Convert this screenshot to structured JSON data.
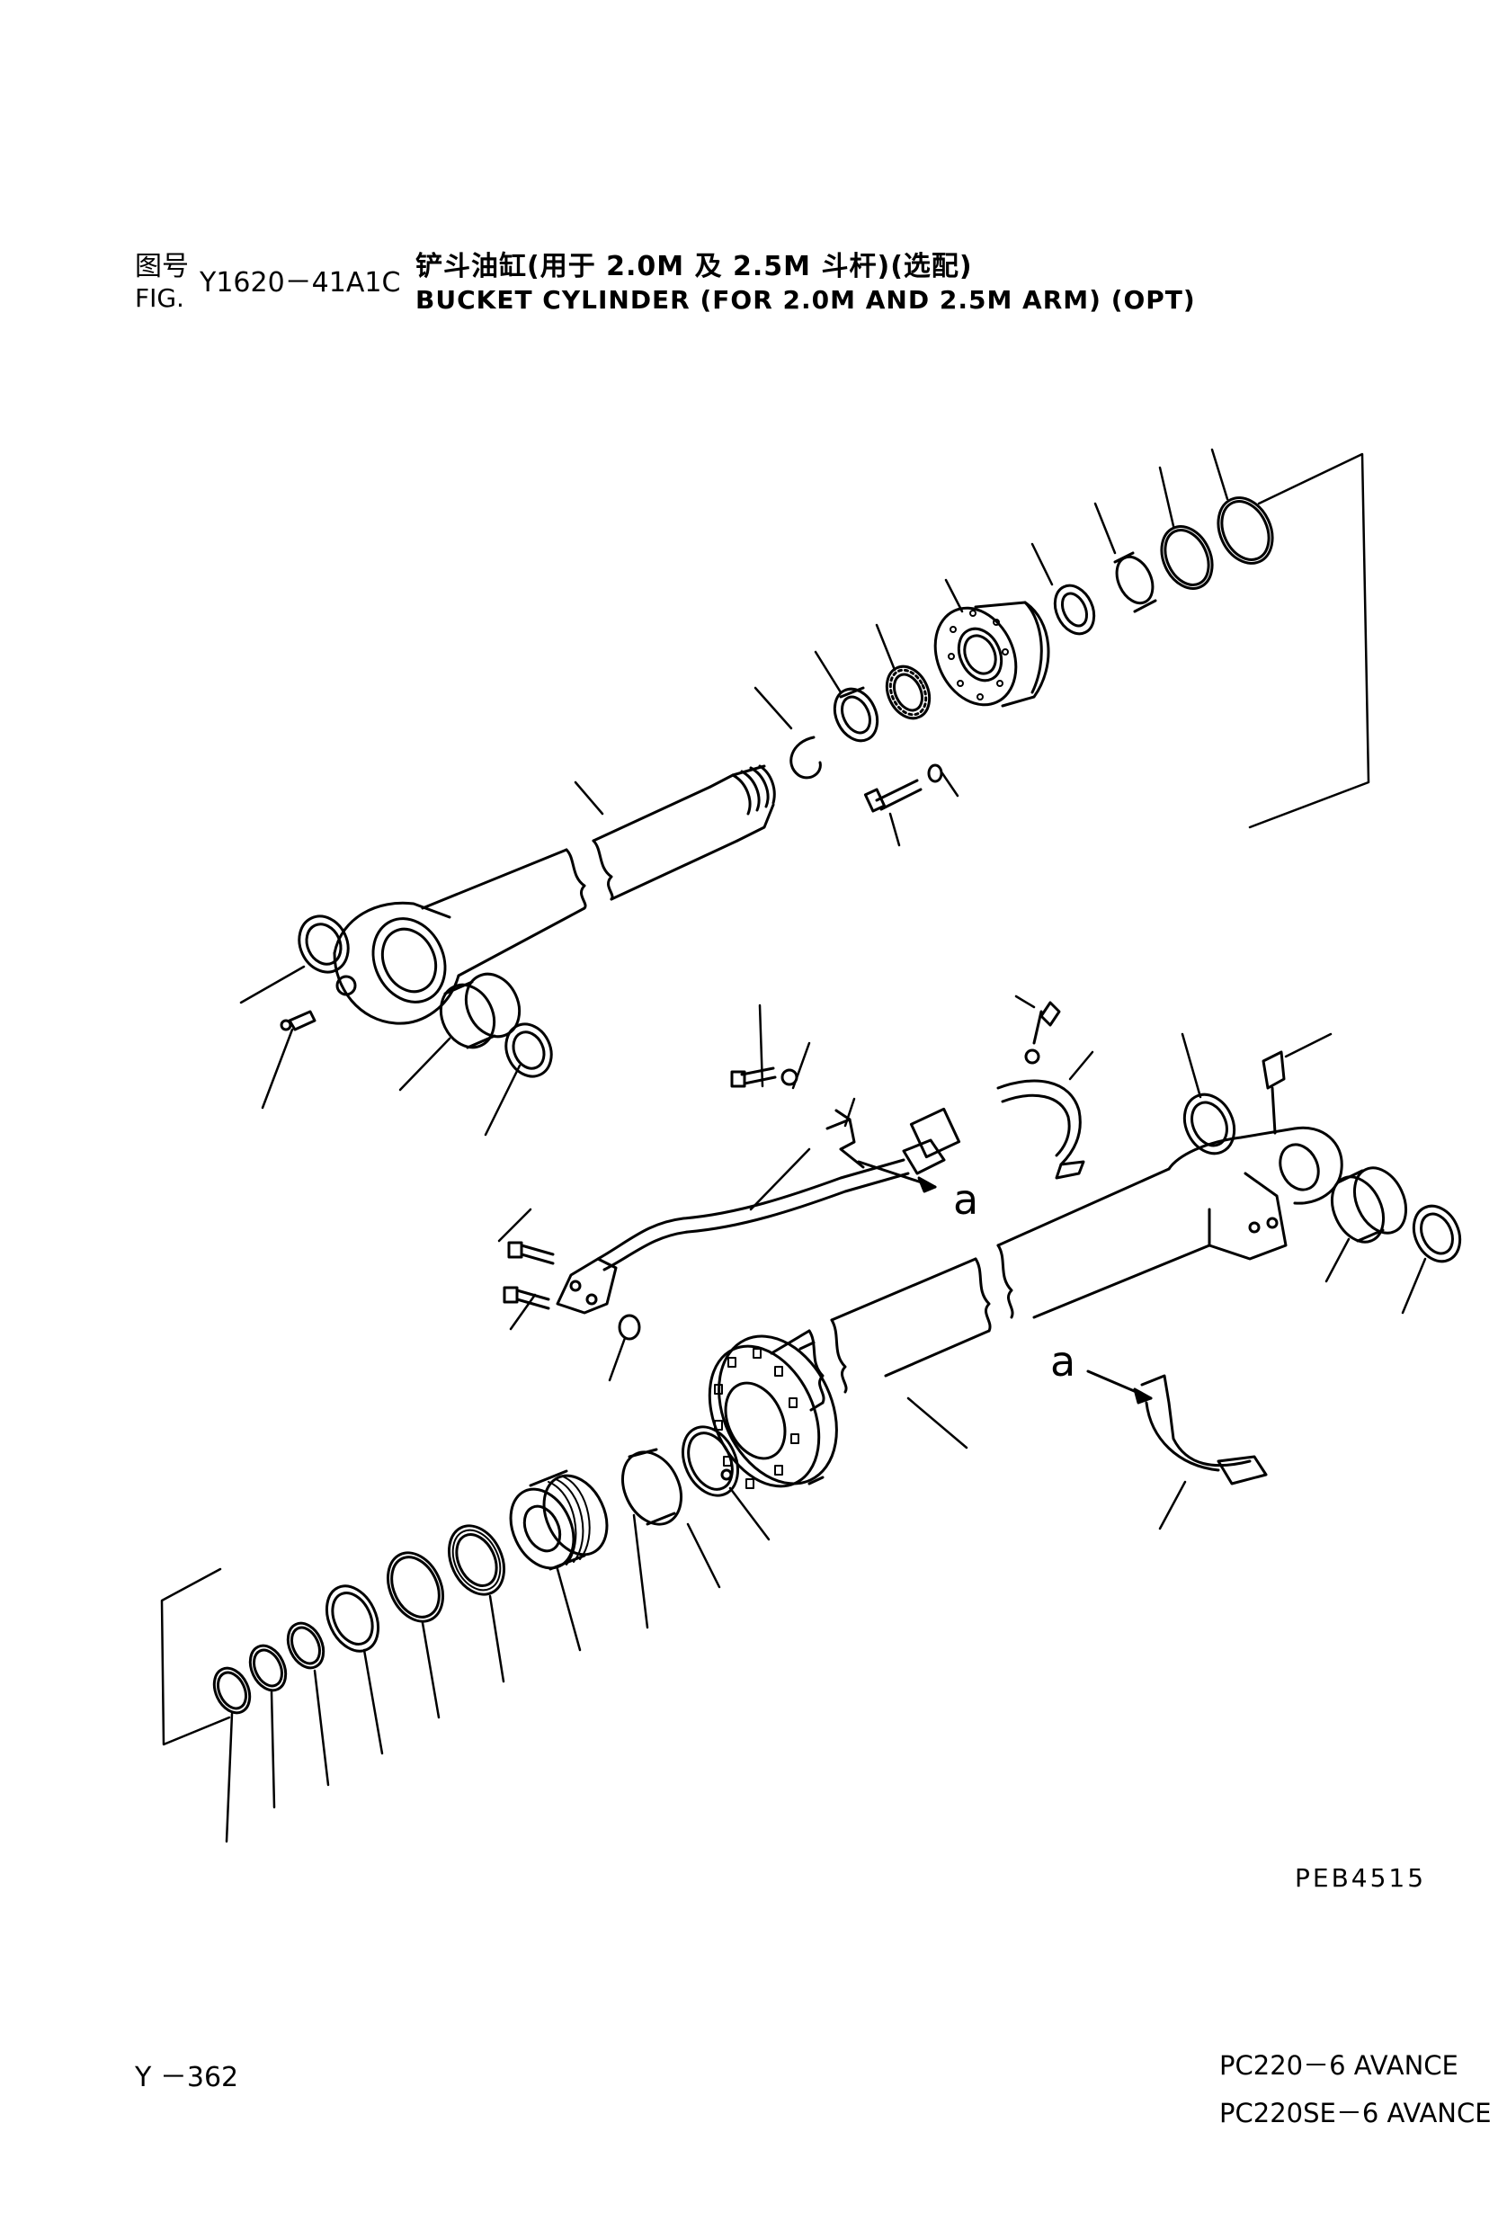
{
  "header": {
    "fig_label_cn": "图号",
    "fig_label_en": "FIG.",
    "fig_number": "Y1620－41A1C",
    "title_cn": "铲斗油缸(用于 2.0M 及 2.5M 斗杆)(选配)",
    "title_en": "BUCKET CYLINDER (FOR 2.0M AND 2.5M ARM) (OPT)"
  },
  "diagram": {
    "callout_a_upper": "a",
    "callout_a_lower": "a"
  },
  "footer": {
    "drawing_code": "PEB4515",
    "page_number": "Y －362",
    "models": [
      "PC220－6 AVANCE",
      "PC220SE－6 AVANCE"
    ]
  }
}
